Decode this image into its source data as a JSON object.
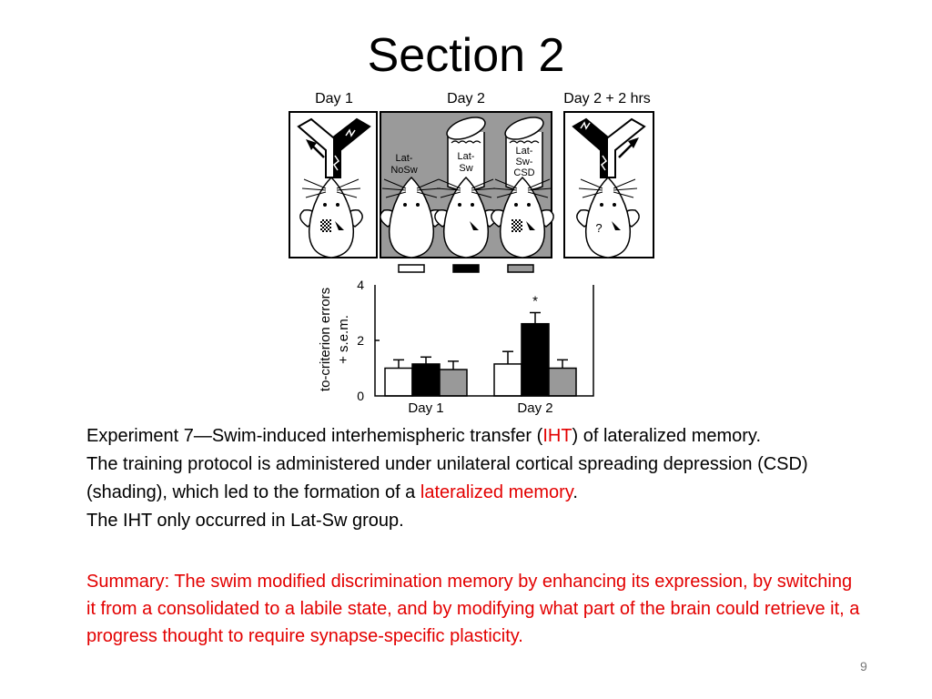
{
  "slide": {
    "title": "Section 2",
    "page_number": "9",
    "paragraph1": {
      "before": "Experiment 7—Swim-induced interhemispheric transfer (",
      "highlight": "IHT",
      "after": ") of lateralized memory."
    },
    "paragraph2": {
      "before": "The training protocol is administered under unilateral cortical spreading depression (CSD) (shading), which led to the formation of a ",
      "highlight": "lateralized memory",
      "after": "."
    },
    "paragraph3": "The IHT only occurred in Lat-Sw group.",
    "summary": "Summary: The swim modified discrimination memory by enhancing its expression, by switching it from a consolidated to a labile state, and by modifying what part of the brain could retrieve it, a progress thought to require synapse-specific plasticity."
  },
  "figure": {
    "panel_labels": [
      "Day 1",
      "Day 2",
      "Day 2 + 2 hrs"
    ],
    "groups": [
      "Lat-NoSw",
      "Lat-Sw",
      "Lat-Sw-CSD"
    ],
    "group_label_lines": [
      [
        "Lat-",
        "NoSw"
      ],
      [
        "Lat-",
        "Sw"
      ],
      [
        "Lat-",
        "Sw-",
        "CSD"
      ]
    ],
    "question_mark": "?",
    "colors": {
      "shading": "#9a9a9a",
      "black": "#000000",
      "white": "#ffffff",
      "gray_bar": "#999999"
    }
  },
  "chart_data": {
    "type": "bar",
    "categories": [
      "Day 1",
      "Day 2"
    ],
    "series": [
      {
        "values": [
          1.0,
          1.15
        ],
        "errors": [
          0.3,
          0.45
        ],
        "color": "#ffffff"
      },
      {
        "values": [
          1.15,
          2.6
        ],
        "errors": [
          0.25,
          0.4
        ],
        "color": "#000000"
      },
      {
        "values": [
          0.95,
          1.0
        ],
        "errors": [
          0.3,
          0.3
        ],
        "color": "#999999"
      }
    ],
    "ylabel_lines": [
      "to-criterion errors",
      "+ s.e.m."
    ],
    "yticks": [
      "0",
      "2",
      "4"
    ],
    "ylim": [
      0,
      4
    ],
    "annotation": "*",
    "annotation_category": 1,
    "annotation_series": 1
  }
}
